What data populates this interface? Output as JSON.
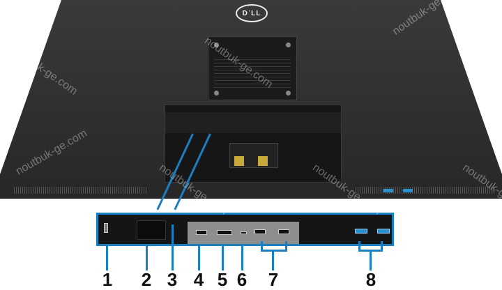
{
  "brand_logo": "DELL",
  "watermark": "noutbuk-ge.com",
  "accent_color": "#1a7fc1",
  "callouts": [
    "1",
    "2",
    "3",
    "4",
    "5",
    "6",
    "7",
    "8"
  ]
}
